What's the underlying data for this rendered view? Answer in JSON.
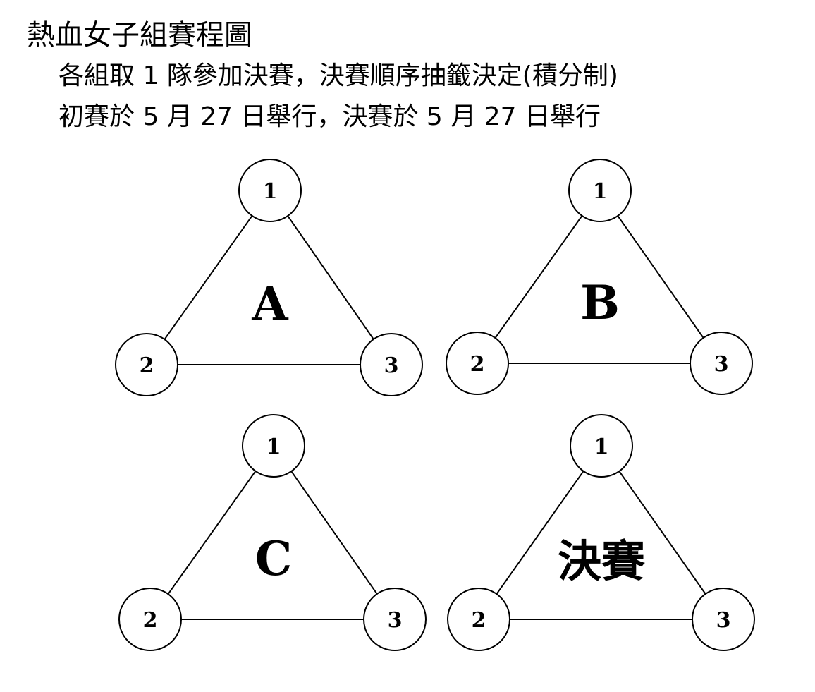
{
  "title": "熱血女子組賽程圖",
  "notes": [
    "各組取 1 隊參加決賽，決賽順序抽籤決定(積分制)",
    "初賽於 5 月 27 日舉行，決賽於 5 月 27 日舉行"
  ],
  "groups": [
    {
      "id": "group-a",
      "label": "A",
      "teams": [
        "1",
        "2",
        "3"
      ]
    },
    {
      "id": "group-b",
      "label": "B",
      "teams": [
        "1",
        "2",
        "3"
      ]
    },
    {
      "id": "group-c",
      "label": "C",
      "teams": [
        "1",
        "2",
        "3"
      ]
    },
    {
      "id": "final",
      "label": "決賽",
      "teams": [
        "1",
        "2",
        "3"
      ]
    }
  ],
  "colors": {
    "line": "#000000",
    "node_fill": "#ffffff",
    "background": "#ffffff"
  }
}
